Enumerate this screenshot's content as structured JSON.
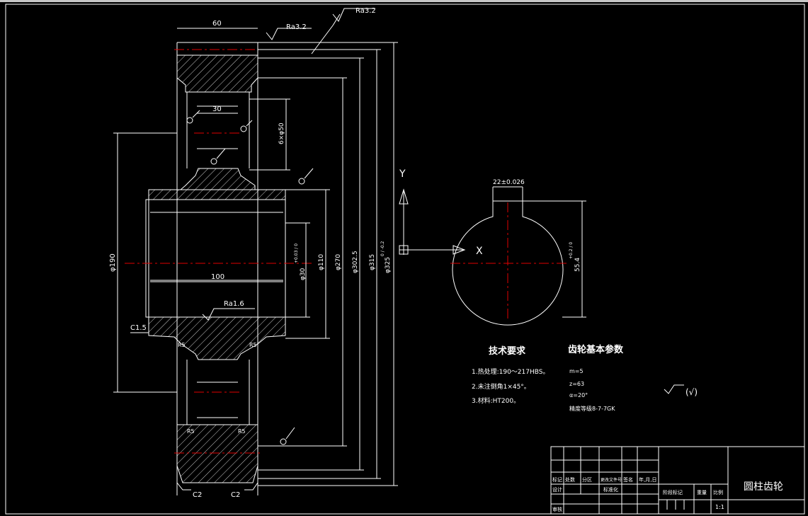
{
  "drawing": {
    "roughness": {
      "top_1": "Ra3.2",
      "top_2": "Ra3.2",
      "bore": "Ra1.6"
    },
    "dims": {
      "face_width": "60",
      "web_width": "30",
      "hub_length": "100",
      "web_hole_pitch": "6×φ50",
      "hub_dia": "φ190",
      "bore_dia": "φ30",
      "bore_tol": "+0.03 / 0",
      "d110": "φ110",
      "d270": "φ270",
      "d302": "φ302.5",
      "d315": "φ315",
      "d325": "φ325",
      "d325_tol": "0 / -0.2",
      "key_width": "22±0.026",
      "key_depth": "55.4",
      "key_depth_tol": "+0.2 / 0"
    },
    "chamfers": {
      "c15": "C1.5",
      "c2a": "C2",
      "c2b": "C2"
    },
    "radii": {
      "r5a": "R5",
      "r5b": "R5",
      "r5c": "R5",
      "r5d": "R5"
    },
    "axes": {
      "y": "Y",
      "x": "X"
    }
  },
  "tech_requirements": {
    "title": "技术要求",
    "items": [
      "1.热处理:190～217HBS。",
      "2.未注倒角1×45°。",
      "3.材料:HT200。"
    ]
  },
  "gear_params": {
    "title": "齿轮基本参数",
    "items": [
      "m=5",
      "z=63",
      "α=20°",
      "精度等级8-7-7GK"
    ]
  },
  "surface_note": "(√)",
  "title_block": {
    "part_name": "圆柱齿轮",
    "scale": "1:1",
    "header_row": [
      "标记",
      "处数",
      "分区",
      "更改文件号",
      "签名",
      "年,月,日"
    ],
    "design": "设计",
    "standard": "标准化",
    "review": "审核",
    "stage_label": "阶段标记",
    "weight_label": "重量",
    "scale_label": "比例"
  }
}
